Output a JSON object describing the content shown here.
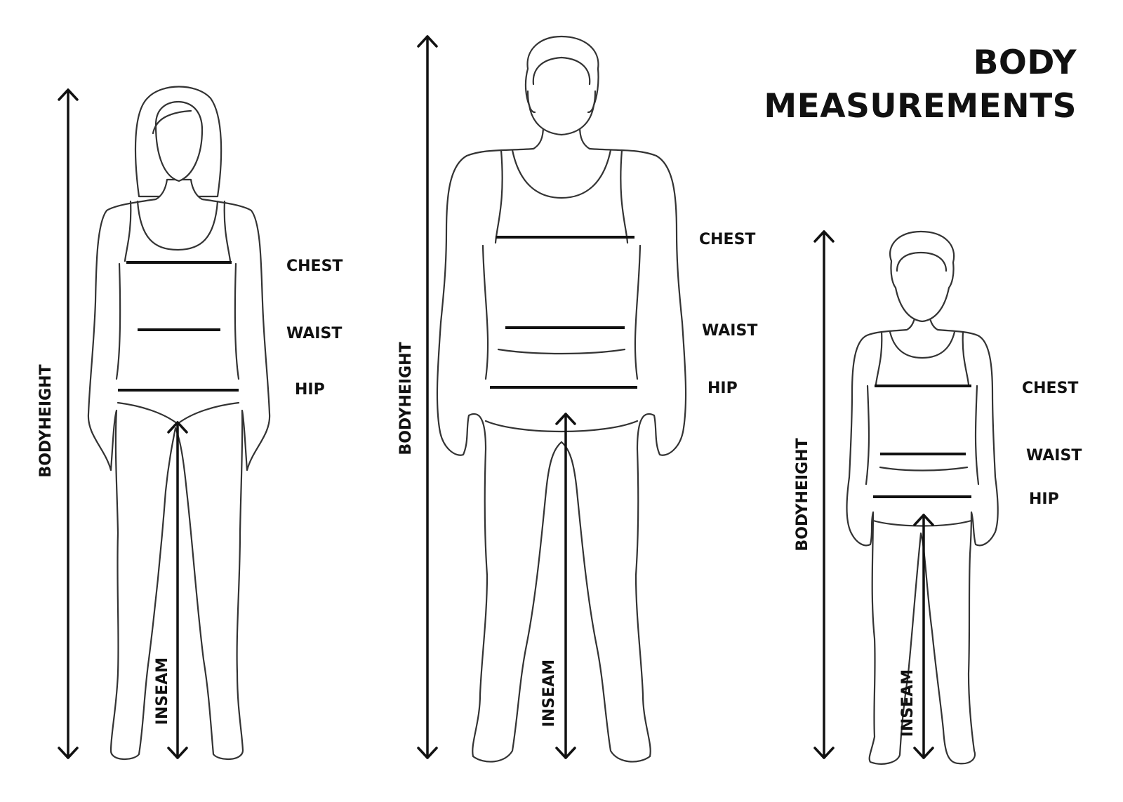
{
  "title": {
    "line1": "BODY",
    "line2": "MEASUREMENTS"
  },
  "figures": {
    "woman": {
      "chest": "CHEST",
      "waist": "WAIST",
      "hip": "HIP",
      "bodyheight": "BODYHEIGHT",
      "inseam": "INSEAM"
    },
    "man": {
      "chest": "CHEST",
      "waist": "WAIST",
      "hip": "HIP",
      "bodyheight": "BODYHEIGHT",
      "inseam": "INSEAM"
    },
    "child": {
      "chest": "CHEST",
      "waist": "WAIST",
      "hip": "HIP",
      "bodyheight": "BODYHEIGHT",
      "inseam": "INSEAM"
    }
  }
}
